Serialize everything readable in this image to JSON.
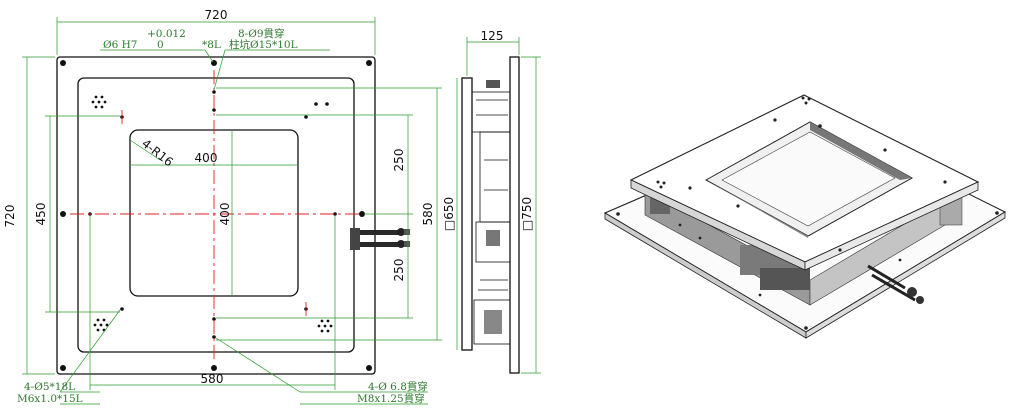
{
  "dimensions": {
    "top_width": "720",
    "left_height": "720",
    "span_450": "450",
    "window_width": "400",
    "window_height": "400",
    "span_250_upper": "250",
    "span_250_lower": "250",
    "span_580_right": "580",
    "span_580_bottom": "580",
    "radius": "4-R16",
    "side_depth": "125",
    "side_650": "□650",
    "side_750": "□750"
  },
  "callouts": {
    "tolerance_upper": "+0.012",
    "tolerance_lower": "0",
    "fit_hole": "Ø6 H7",
    "fit_depth": "*8L",
    "through_holes": "8-Ø9貫穿",
    "counterbore": "柱坑Ø15*10L",
    "left_holes": "4-Ø5*18L",
    "left_thread": "M6x1.0*15L",
    "right_holes": "4-Ø 6.8貫穿",
    "right_thread": "M8x1.25貫穿"
  },
  "colors": {
    "outline": "#111111",
    "centerline": "#e02020",
    "leader": "#2a9a2a"
  }
}
